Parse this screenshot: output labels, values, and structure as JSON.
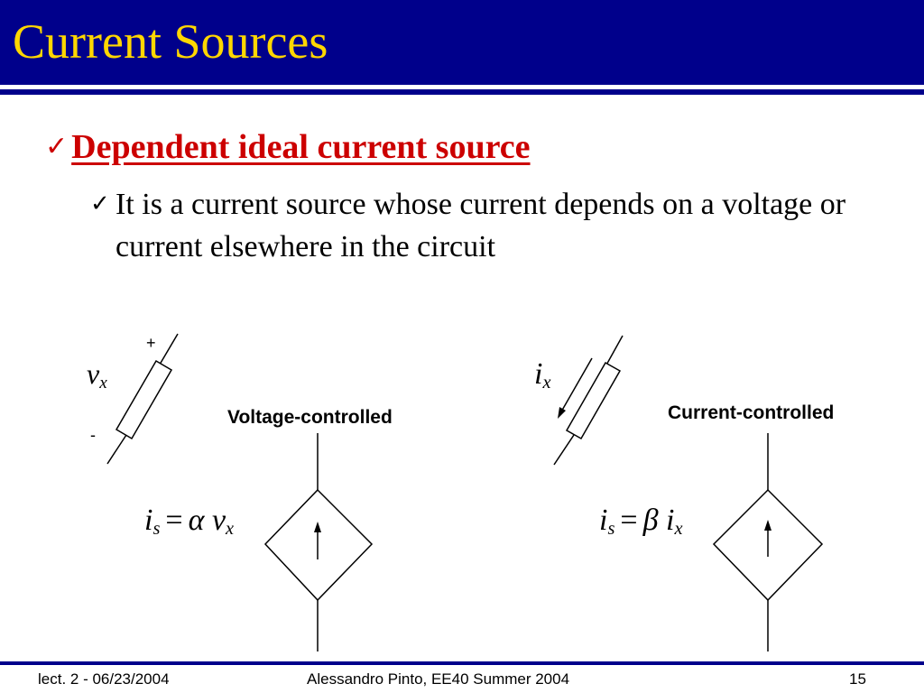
{
  "slide": {
    "title": "Current Sources",
    "bullet_level1": "Dependent ideal current source",
    "bullet_level2": "It is a current source whose current depends on a voltage or current elsewhere in the circuit"
  },
  "voltage_controlled": {
    "label": "Voltage-controlled",
    "plus_sign": "+",
    "minus_sign": "-",
    "control_var": "v",
    "control_sub": "x",
    "eq_lhs": "i",
    "eq_lhs_sub": "s",
    "eq_op": "=",
    "eq_coef": "α",
    "eq_var": "v",
    "eq_var_sub": "x"
  },
  "current_controlled": {
    "label": "Current-controlled",
    "control_var": "i",
    "control_sub": "x",
    "eq_lhs": "i",
    "eq_lhs_sub": "s",
    "eq_op": "=",
    "eq_coef": "β",
    "eq_var": "i",
    "eq_var_sub": "x"
  },
  "footer": {
    "left": "lect. 2 - 06/23/2004",
    "center": "Alessandro Pinto, EE40 Summer 2004",
    "page": "15"
  },
  "colors": {
    "header_bg": "#00008b",
    "title_text": "#ffd700",
    "bullet1_text": "#cc0000"
  },
  "icons": {
    "bullet1": "checkmark-icon",
    "bullet2": "checkmark-icon"
  }
}
